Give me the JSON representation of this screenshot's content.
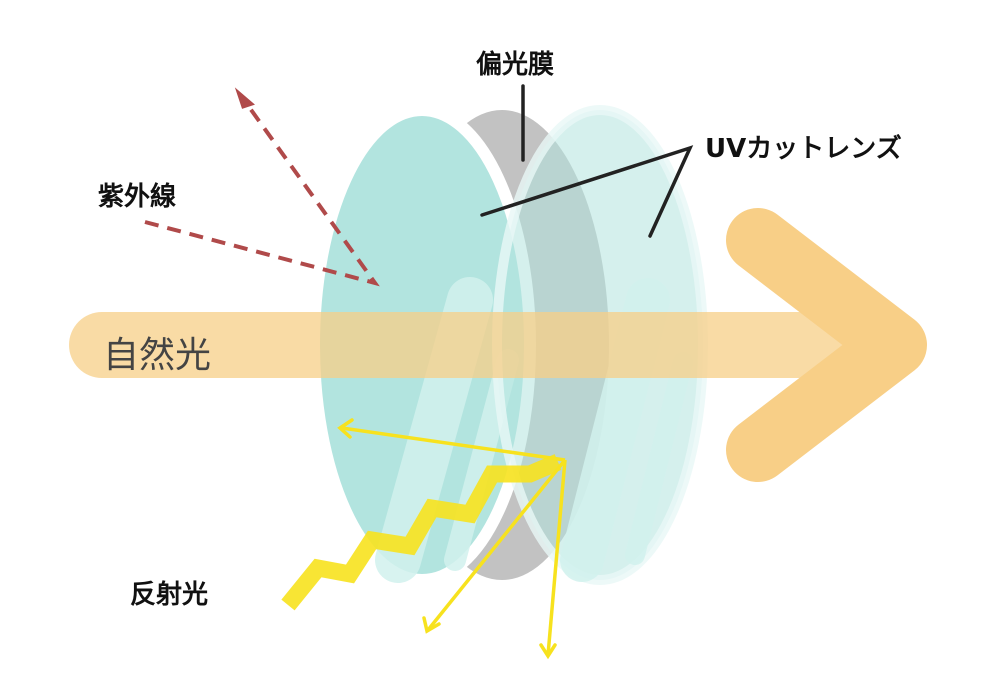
{
  "labels": {
    "polarizing_film": "偏光膜",
    "uv": "紫外線",
    "uv_cut_lens": "UVカットレンズ",
    "reflected_light": "反射光",
    "natural_light": "自然光"
  },
  "colors": {
    "lens": "#b2e4df",
    "film": "#c2c2c2",
    "light": "#f8cf87",
    "uv": "#b04a4a",
    "reflection": "#f7e21e"
  }
}
